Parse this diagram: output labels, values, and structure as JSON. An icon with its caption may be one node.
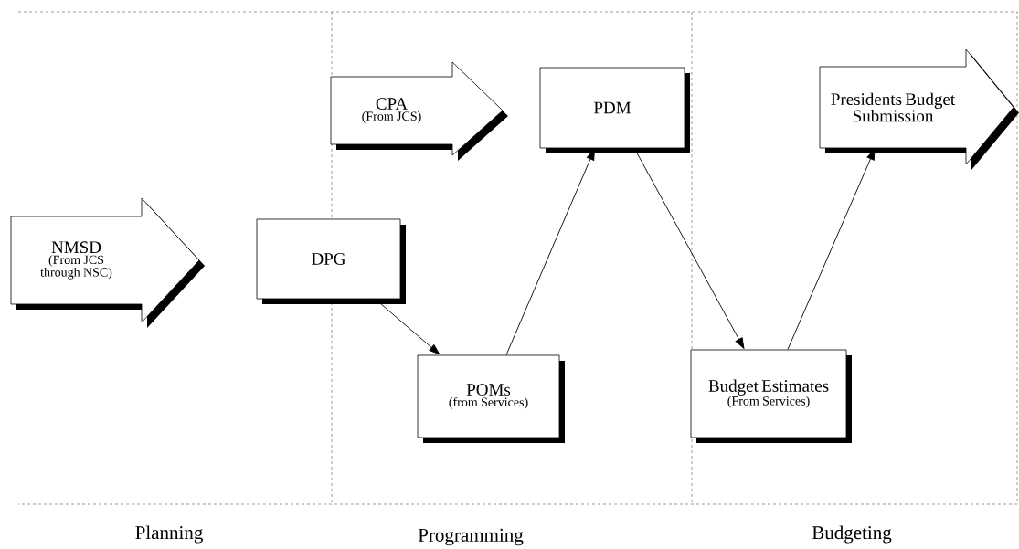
{
  "diagram": {
    "nodes": [
      {
        "text": [
          "NMSD",
          "(From JCS through NSC)"
        ]
      },
      {
        "text": [
          "CPA",
          "(From JCS)"
        ]
      },
      {
        "text": [
          "PDM"
        ]
      },
      {
        "text": [
          "Presidents Budget Submission"
        ]
      },
      {
        "text": [
          "DPG"
        ]
      },
      {
        "text": [
          "POMs",
          "(from Services)"
        ]
      },
      {
        "text": [
          "Budget Estimates",
          "(From Services)"
        ]
      }
    ],
    "edges": [
      {
        "from": 4,
        "to": 5,
        "arrow": "to"
      },
      {
        "from": 5,
        "to": 2,
        "arrow": "to"
      },
      {
        "from": 2,
        "to": 6,
        "arrow": "to"
      },
      {
        "from": 6,
        "to": 3,
        "arrow": "to"
      }
    ],
    "labels": [
      "Planning",
      "Programming",
      "Budgeting"
    ]
  }
}
